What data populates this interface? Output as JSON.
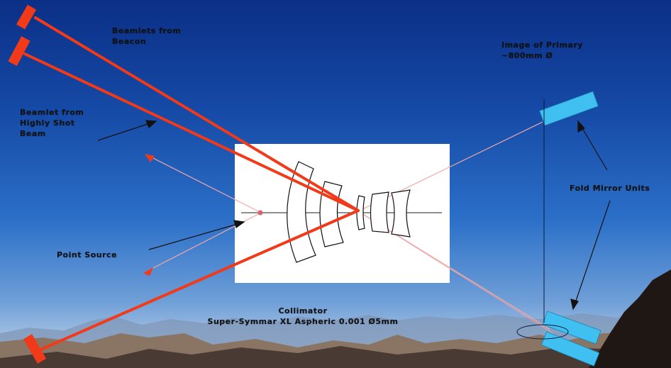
{
  "labels": {
    "top_beams": [
      "Beamlets from",
      "Beacon"
    ],
    "mirror_image": [
      "Image of Primary",
      "~800mm Ø"
    ],
    "return_beams": [
      "Beamlet from",
      "Highly Shot",
      "Beam"
    ],
    "folding_flats": "Fold Mirror Units",
    "point_source": "Point Source",
    "collimator": [
      "Collimator",
      "Super-Symmar XL Aspheric 0.001 Ø5mm"
    ]
  },
  "colors": {
    "beam": "#f03a1a",
    "beam_faint": "#e8a0a0",
    "mirror_red": "#f03a1a",
    "mirror_blue": "#3fc0f0",
    "panel": "#ffffff"
  }
}
